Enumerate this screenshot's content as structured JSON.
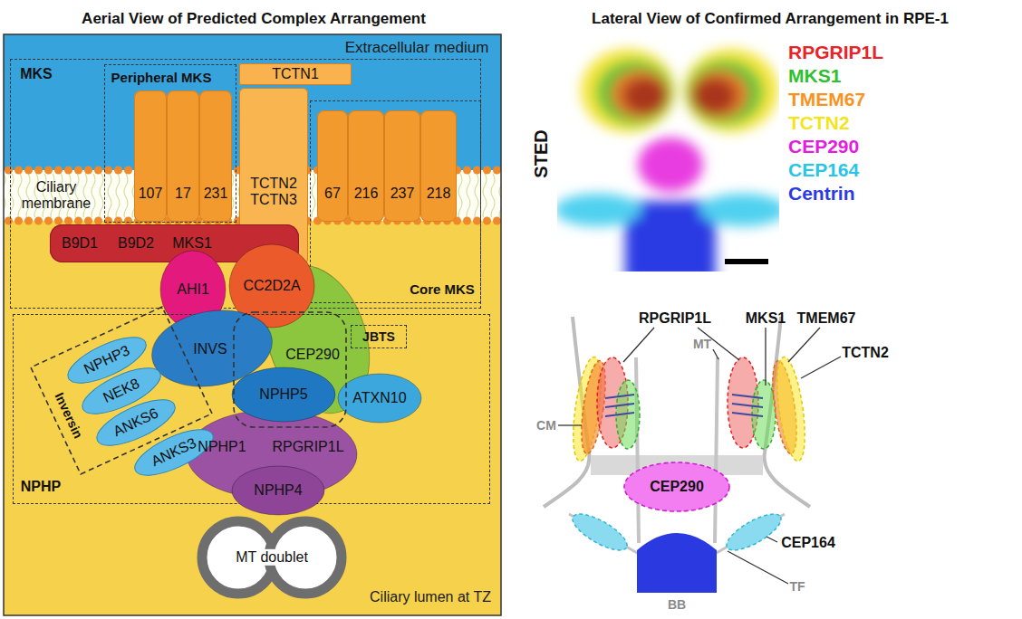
{
  "diagram": {
    "nodes": [
      {
        "text": [
          "MKS"
        ]
      },
      {
        "text": [
          "Peripheral MKS"
        ],
        "in": 0
      },
      {
        "text": [
          "TCTN1"
        ],
        "in": 0
      },
      {
        "text": [
          "107"
        ],
        "in": 1
      },
      {
        "text": [
          "17"
        ],
        "in": 1
      },
      {
        "text": [
          "231"
        ],
        "in": 1
      },
      {
        "text": [
          "TCTN2 TCTN3"
        ],
        "in": 0
      },
      {
        "text": [
          "Core MKS"
        ],
        "in": 0
      },
      {
        "text": [
          "67"
        ],
        "in": 7
      },
      {
        "text": [
          "216"
        ],
        "in": 7
      },
      {
        "text": [
          "237"
        ],
        "in": 7
      },
      {
        "text": [
          "218"
        ],
        "in": 7
      },
      {
        "text": [
          "B9D1",
          "B9D2",
          "MKS1"
        ],
        "in": 0
      },
      {
        "text": [
          "CC2D2A"
        ],
        "in": 0
      },
      {
        "text": [
          "AHI1"
        ],
        "in": 0
      },
      {
        "text": [
          "CEP290"
        ]
      },
      {
        "text": [
          "NPHP"
        ]
      },
      {
        "text": [
          "JBTS"
        ],
        "in": 16
      },
      {
        "text": [
          "INVS"
        ],
        "in": 16
      },
      {
        "text": [
          "Inversin"
        ],
        "in": 16
      },
      {
        "text": [
          "NPHP3"
        ],
        "in": 19
      },
      {
        "text": [
          "NEK8"
        ],
        "in": 19
      },
      {
        "text": [
          "ANKS6"
        ],
        "in": 19
      },
      {
        "text": [
          "ANKS3"
        ],
        "in": 16
      },
      {
        "text": [
          "NPHP5"
        ],
        "in": 16
      },
      {
        "text": [
          "ATXN10"
        ],
        "in": 16
      },
      {
        "text": [
          "NPHP1",
          "RPGRIP1L"
        ],
        "in": 16
      },
      {
        "text": [
          "NPHP4"
        ],
        "in": 16
      },
      {
        "text": [
          "MT doublet"
        ]
      },
      {
        "text": [
          "CEP290"
        ]
      }
    ],
    "labels": [
      "Aerial View of Predicted Complex Arrangement",
      "Lateral View of Confirmed Arrangement in RPE-1",
      "Extracellular medium",
      "Ciliary membrane",
      "Ciliary lumen at TZ",
      "STED",
      "RPGRIP1L",
      "MKS1",
      "TMEM67",
      "MT",
      "TCTN2",
      "CM",
      "CEP164",
      "TF",
      "BB"
    ],
    "legend": [
      {
        "text": "RPGRIP1L",
        "color": "#e8232a"
      },
      {
        "text": "MKS1",
        "color": "#2fbf2f"
      },
      {
        "text": "TMEM67",
        "color": "#f7931e"
      },
      {
        "text": "TCTN2",
        "color": "#f3e51b"
      },
      {
        "text": "CEP290",
        "color": "#e31de0"
      },
      {
        "text": "CEP164",
        "color": "#29c5e8"
      },
      {
        "text": "Centrin",
        "color": "#2b3be3"
      }
    ]
  }
}
